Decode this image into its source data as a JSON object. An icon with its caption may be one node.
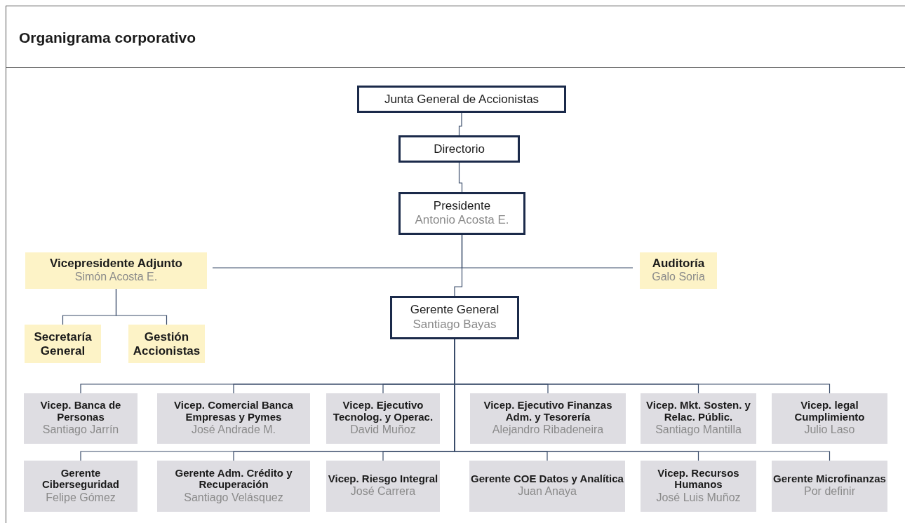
{
  "diagram": {
    "title": "Organigrama corporativo",
    "nodes": [
      {
        "text": [
          "Junta General de Accionistas"
        ]
      },
      {
        "text": [
          "Directorio"
        ]
      },
      {
        "text": [
          "Presidente",
          "Antonio Acosta E."
        ]
      },
      {
        "text": [
          "Vicepresidente Adjunto",
          "Simón Acosta E."
        ]
      },
      {
        "text": [
          "Auditoría",
          "Galo Soria"
        ]
      },
      {
        "text": [
          "Gerente General",
          "Santiago Bayas"
        ]
      },
      {
        "text": [
          "Secretaría General"
        ]
      },
      {
        "text": [
          "Gestión Accionistas"
        ]
      },
      {
        "text": [
          "Vicep. Banca de Personas",
          "Santiago Jarrín"
        ]
      },
      {
        "text": [
          "Vicep. Comercial Banca Empresas y Pymes",
          "José Andrade M."
        ]
      },
      {
        "text": [
          "Vicep. Ejecutivo Tecnolog. y Operac.",
          "David Muñoz"
        ]
      },
      {
        "text": [
          "Vicep. Ejecutivo Finanzas Adm. y Tesorería",
          "Alejandro Ribadeneira"
        ]
      },
      {
        "text": [
          "Vicep. Mkt. Sosten. y Relac. Públic.",
          "Santiago Mantilla"
        ]
      },
      {
        "text": [
          "Vicep. legal Cumplimiento",
          "Julio Laso"
        ]
      },
      {
        "text": [
          "Gerente Ciberseguridad",
          "Felipe Gómez"
        ]
      },
      {
        "text": [
          "Gerente Adm. Crédito y Recuperación",
          "Santiago Velásquez"
        ]
      },
      {
        "text": [
          "Vicep. Riesgo Integral",
          "José Carrera"
        ]
      },
      {
        "text": [
          "Gerente COE Datos y Analítica",
          "Juan Anaya"
        ]
      },
      {
        "text": [
          "Vicep. Recursos Humanos",
          "José Luis Muñoz"
        ]
      },
      {
        "text": [
          "Gerente Microfinanzas",
          "Por definir"
        ]
      }
    ],
    "edges": [
      {
        "from": 0,
        "to": 1,
        "arrow": "none"
      },
      {
        "from": 1,
        "to": 2,
        "arrow": "none"
      },
      {
        "from": 2,
        "to": 3,
        "arrow": "none"
      },
      {
        "from": 2,
        "to": 4,
        "arrow": "none"
      },
      {
        "from": 2,
        "to": 5,
        "arrow": "none"
      },
      {
        "from": 3,
        "to": 6,
        "arrow": "none"
      },
      {
        "from": 3,
        "to": 7,
        "arrow": "none"
      },
      {
        "from": 5,
        "to": 8,
        "arrow": "none"
      },
      {
        "from": 5,
        "to": 9,
        "arrow": "none"
      },
      {
        "from": 5,
        "to": 10,
        "arrow": "none"
      },
      {
        "from": 5,
        "to": 11,
        "arrow": "none"
      },
      {
        "from": 5,
        "to": 12,
        "arrow": "none"
      },
      {
        "from": 5,
        "to": 13,
        "arrow": "none"
      },
      {
        "from": 5,
        "to": 14,
        "arrow": "none"
      },
      {
        "from": 5,
        "to": 15,
        "arrow": "none"
      },
      {
        "from": 5,
        "to": 16,
        "arrow": "none"
      },
      {
        "from": 5,
        "to": 17,
        "arrow": "none"
      },
      {
        "from": 5,
        "to": 18,
        "arrow": "none"
      },
      {
        "from": 5,
        "to": 19,
        "arrow": "none"
      }
    ]
  }
}
